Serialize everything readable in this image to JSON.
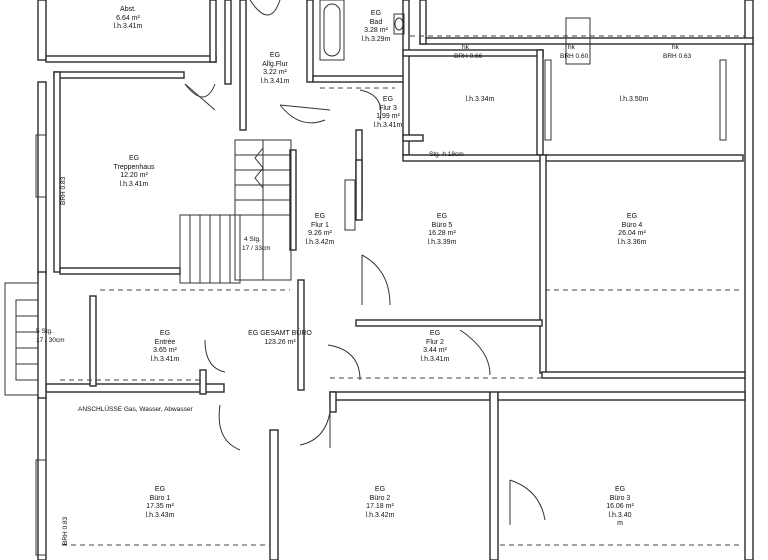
{
  "rooms": [
    {
      "id": "abst",
      "lines": [
        "Abst.",
        "6.64 m²",
        "l.h.3.41m"
      ]
    },
    {
      "id": "allg-flur",
      "lines": [
        "EG",
        "Allg.Flur",
        "3.22 m²",
        "l.h.3.41m"
      ]
    },
    {
      "id": "bad",
      "lines": [
        "EG",
        "Bad",
        "3.28 m²",
        "l.h.3.29m"
      ]
    },
    {
      "id": "flur3",
      "lines": [
        "EG",
        "Flur 3",
        "1.99 m²",
        "l.h.3.41m"
      ]
    },
    {
      "id": "room-lh334",
      "lines": [
        "l.h.3.34m"
      ]
    },
    {
      "id": "room-lh350",
      "lines": [
        "l.h.3.50m"
      ]
    },
    {
      "id": "treppenhaus",
      "lines": [
        "EG",
        "Treppenhaus",
        "12.20 m²",
        "l.h.3.41m"
      ]
    },
    {
      "id": "flur1",
      "lines": [
        "EG",
        "Flur 1",
        "9.26 m²",
        "l.h.3.42m"
      ]
    },
    {
      "id": "buero5",
      "lines": [
        "EG",
        "Büro 5",
        "16.28 m²",
        "l.h.3.39m"
      ]
    },
    {
      "id": "buero4",
      "lines": [
        "EG",
        "Büro 4",
        "26.04 m²",
        "l.h.3.36m"
      ]
    },
    {
      "id": "entree",
      "lines": [
        "EG",
        "Entrée",
        "3.65 m²",
        "l.h.3.41m"
      ]
    },
    {
      "id": "flur2",
      "lines": [
        "EG",
        "Flur 2",
        "3.44 m²",
        "l.h.3.41m"
      ]
    },
    {
      "id": "buero1",
      "lines": [
        "EG",
        "Büro 1",
        "17.35 m²",
        "l.h.3.43m"
      ]
    },
    {
      "id": "buero2",
      "lines": [
        "EG",
        "Büro 2",
        "17.18 m²",
        "l.h.3.42m"
      ]
    },
    {
      "id": "buero3",
      "lines": [
        "EG",
        "Büro 3",
        "16.06 m²",
        "l.h.3.40",
        "m"
      ]
    }
  ],
  "gesamt": {
    "title": "EG GESAMT BÜRO",
    "area": "123.26 m²"
  },
  "annotations": {
    "stairs_main": "4 Stg.",
    "stairs_main_ratio": "17 / 33cm",
    "stairs_entry": "5 Stg.",
    "stairs_entry_ratio": "17 / 30cm",
    "anschluesse": "ANSCHLÜSSE Gas, Wasser, Abwasser",
    "stg": "Stg. h 18cm",
    "brh_066": "BRH 0.66",
    "brh_060": "BRH 0.60",
    "brh_063_top": "BRH 0.63",
    "brh_083_left": "BRH 0.83",
    "brh_083_bottom": "BRH 0.83",
    "hk": "hk"
  }
}
